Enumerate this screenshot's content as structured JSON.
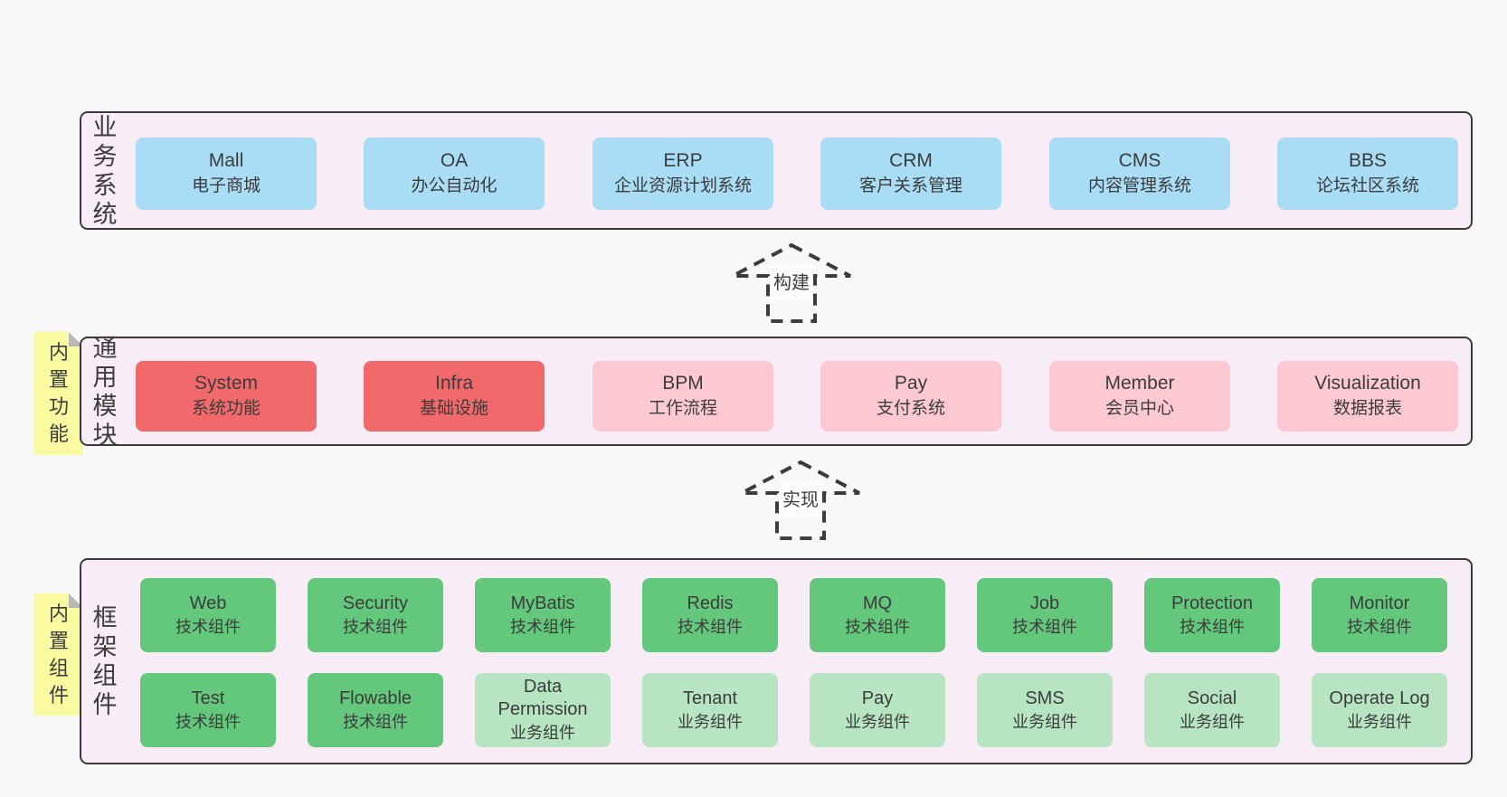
{
  "page": {
    "background": "#f8f8f8"
  },
  "colors": {
    "panel_bg": "#f8edf6",
    "panel_border": "#3a3a3a",
    "blue": "#a9dcf5",
    "red": "#f1696b",
    "pink": "#fcc9d3",
    "green_dark": "#63c87b",
    "green_light": "#b7e5c2",
    "yellow_note": "#fafaa0",
    "note_fold": "#b9b9b9",
    "text": "#3c3c3c"
  },
  "sections": {
    "business": {
      "side_label": "业务系统",
      "boxes": [
        {
          "name": "Mall",
          "desc": "电子商城"
        },
        {
          "name": "OA",
          "desc": "办公自动化"
        },
        {
          "name": "ERP",
          "desc": "企业资源计划系统"
        },
        {
          "name": "CRM",
          "desc": "客户关系管理"
        },
        {
          "name": "CMS",
          "desc": "内容管理系统"
        },
        {
          "name": "BBS",
          "desc": "论坛社区系统"
        }
      ]
    },
    "common": {
      "side_label": "通用模块",
      "note": "内置功能",
      "boxes": [
        {
          "name": "System",
          "desc": "系统功能"
        },
        {
          "name": "Infra",
          "desc": "基础设施"
        },
        {
          "name": "BPM",
          "desc": "工作流程"
        },
        {
          "name": "Pay",
          "desc": "支付系统"
        },
        {
          "name": "Member",
          "desc": "会员中心"
        },
        {
          "name": "Visualization",
          "desc": "数据报表"
        }
      ]
    },
    "framework": {
      "side_label": "框架组件",
      "note": "内置组件",
      "row1": [
        {
          "name": "Web",
          "desc": "技术组件"
        },
        {
          "name": "Security",
          "desc": "技术组件"
        },
        {
          "name": "MyBatis",
          "desc": "技术组件"
        },
        {
          "name": "Redis",
          "desc": "技术组件"
        },
        {
          "name": "MQ",
          "desc": "技术组件"
        },
        {
          "name": "Job",
          "desc": "技术组件"
        },
        {
          "name": "Protection",
          "desc": "技术组件"
        },
        {
          "name": "Monitor",
          "desc": "技术组件"
        }
      ],
      "row2": [
        {
          "name": "Test",
          "desc": "技术组件"
        },
        {
          "name": "Flowable",
          "desc": "技术组件"
        },
        {
          "name": "Data Permission",
          "desc": "业务组件"
        },
        {
          "name": "Tenant",
          "desc": "业务组件"
        },
        {
          "name": "Pay",
          "desc": "业务组件"
        },
        {
          "name": "SMS",
          "desc": "业务组件"
        },
        {
          "name": "Social",
          "desc": "业务组件"
        },
        {
          "name": "Operate Log",
          "desc": "业务组件"
        }
      ]
    }
  },
  "arrows": [
    {
      "label": "构建"
    },
    {
      "label": "实现"
    }
  ]
}
